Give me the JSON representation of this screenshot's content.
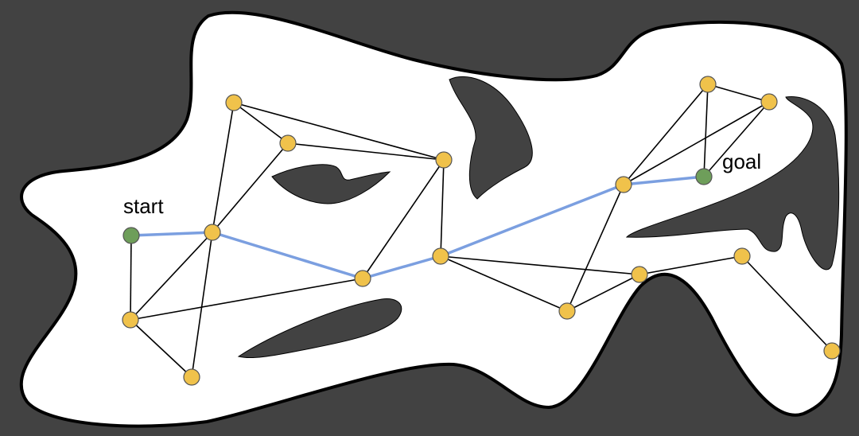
{
  "labels": {
    "start": "start",
    "goal": "goal"
  },
  "colors": {
    "background": "#424242",
    "free_space": "#ffffff",
    "obstacle": "#424242",
    "roadmap_node": "#f0c24b",
    "endpoint_node": "#6e9e5a",
    "edge": "#000000",
    "path": "#7b9fe0"
  },
  "graph": {
    "nodes": [
      {
        "id": "start",
        "kind": "endpoint"
      },
      {
        "id": "n1",
        "kind": "roadmap"
      },
      {
        "id": "n2",
        "kind": "roadmap"
      },
      {
        "id": "n3",
        "kind": "roadmap"
      },
      {
        "id": "n4",
        "kind": "roadmap"
      },
      {
        "id": "n5",
        "kind": "roadmap"
      },
      {
        "id": "n6",
        "kind": "roadmap"
      },
      {
        "id": "n7",
        "kind": "roadmap"
      },
      {
        "id": "n8",
        "kind": "roadmap"
      },
      {
        "id": "n9",
        "kind": "roadmap"
      },
      {
        "id": "n10",
        "kind": "roadmap"
      },
      {
        "id": "n11",
        "kind": "roadmap"
      },
      {
        "id": "n12",
        "kind": "roadmap"
      },
      {
        "id": "n13",
        "kind": "roadmap"
      },
      {
        "id": "n14",
        "kind": "roadmap"
      },
      {
        "id": "n15",
        "kind": "roadmap"
      },
      {
        "id": "goal",
        "kind": "endpoint"
      }
    ],
    "edges": [
      [
        "start",
        "n1"
      ],
      [
        "start",
        "n2"
      ],
      [
        "n1",
        "n2"
      ],
      [
        "n1",
        "n3"
      ],
      [
        "n1",
        "n4"
      ],
      [
        "n1",
        "n5"
      ],
      [
        "n1",
        "n7"
      ],
      [
        "n2",
        "n3"
      ],
      [
        "n2",
        "n7"
      ],
      [
        "n4",
        "n5"
      ],
      [
        "n4",
        "n6"
      ],
      [
        "n5",
        "n6"
      ],
      [
        "n6",
        "n7"
      ],
      [
        "n6",
        "n8"
      ],
      [
        "n7",
        "n8"
      ],
      [
        "n8",
        "n9"
      ],
      [
        "n8",
        "n10"
      ],
      [
        "n8",
        "n11"
      ],
      [
        "n9",
        "n11"
      ],
      [
        "n9",
        "n10"
      ],
      [
        "n10",
        "n12"
      ],
      [
        "n10",
        "n13"
      ],
      [
        "n10",
        "goal"
      ],
      [
        "n11",
        "n14"
      ],
      [
        "n14",
        "n15"
      ],
      [
        "n12",
        "n13"
      ],
      [
        "n12",
        "goal"
      ],
      [
        "n13",
        "goal"
      ]
    ],
    "path": [
      "start",
      "n1",
      "n7",
      "n8",
      "n10",
      "goal"
    ]
  }
}
